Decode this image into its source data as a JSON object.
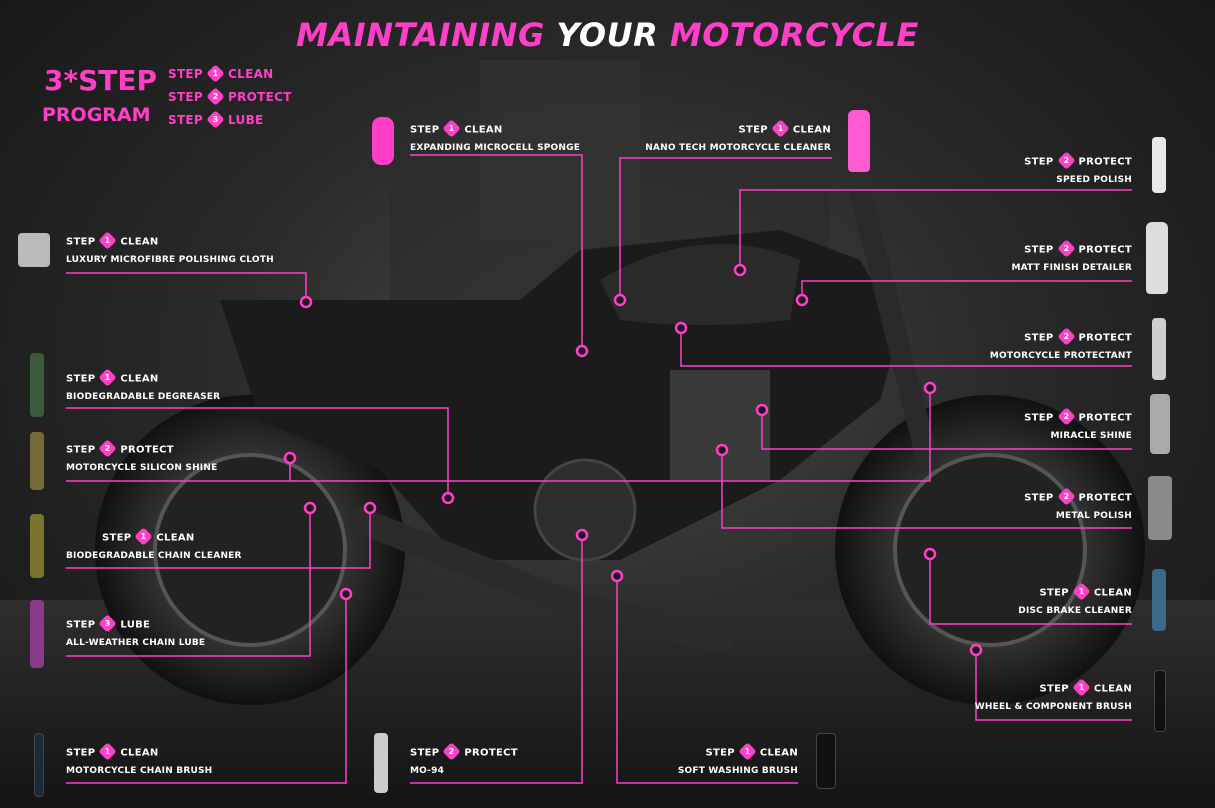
{
  "title": {
    "part1": "MAINTAINING",
    "part2": "YOUR",
    "part3": "MOTORCYCLE"
  },
  "program": {
    "big1": "3*STEP",
    "big2": "PROGRAM",
    "steps": [
      {
        "word": "STEP",
        "num": "1",
        "action": "CLEAN"
      },
      {
        "word": "STEP",
        "num": "2",
        "action": "PROTECT"
      },
      {
        "word": "STEP",
        "num": "3",
        "action": "LUBE"
      }
    ]
  },
  "colors": {
    "accent": "#ff3fc8",
    "text": "#ffffff",
    "background": "#1a1a1a"
  },
  "products": [
    {
      "step": "1",
      "action": "CLEAN",
      "name": "EXPANDING MICROCELL SPONGE",
      "icon": "sponge-icon"
    },
    {
      "step": "1",
      "action": "CLEAN",
      "name": "NANO TECH MOTORCYCLE CLEANER",
      "icon": "spray-bottle-icon"
    },
    {
      "step": "2",
      "action": "PROTECT",
      "name": "SPEED POLISH",
      "icon": "aerosol-can-icon"
    },
    {
      "step": "1",
      "action": "CLEAN",
      "name": "LUXURY MICROFIBRE POLISHING CLOTH",
      "icon": "cloth-icon"
    },
    {
      "step": "2",
      "action": "PROTECT",
      "name": "MATT FINISH DETAILER",
      "icon": "spray-bottle-icon"
    },
    {
      "step": "2",
      "action": "PROTECT",
      "name": "MOTORCYCLE PROTECTANT",
      "icon": "aerosol-can-icon"
    },
    {
      "step": "1",
      "action": "CLEAN",
      "name": "BIODEGRADABLE DEGREASER",
      "icon": "aerosol-can-icon"
    },
    {
      "step": "2",
      "action": "PROTECT",
      "name": "MIRACLE SHINE",
      "icon": "tin-icon"
    },
    {
      "step": "2",
      "action": "PROTECT",
      "name": "MOTORCYCLE SILICON SHINE",
      "icon": "aerosol-can-icon"
    },
    {
      "step": "2",
      "action": "PROTECT",
      "name": "METAL POLISH",
      "icon": "tin-icon"
    },
    {
      "step": "1",
      "action": "CLEAN",
      "name": "BIODEGRADABLE CHAIN CLEANER",
      "icon": "aerosol-can-icon"
    },
    {
      "step": "1",
      "action": "CLEAN",
      "name": "DISC BRAKE CLEANER",
      "icon": "aerosol-can-icon"
    },
    {
      "step": "3",
      "action": "LUBE",
      "name": "ALL-WEATHER CHAIN LUBE",
      "icon": "aerosol-can-icon"
    },
    {
      "step": "1",
      "action": "CLEAN",
      "name": "WHEEL & COMPONENT BRUSH",
      "icon": "brush-icon"
    },
    {
      "step": "1",
      "action": "CLEAN",
      "name": "MOTORCYCLE CHAIN BRUSH",
      "icon": "brush-icon"
    },
    {
      "step": "2",
      "action": "PROTECT",
      "name": "MO-94",
      "icon": "aerosol-can-icon"
    },
    {
      "step": "1",
      "action": "CLEAN",
      "name": "SOFT WASHING BRUSH",
      "icon": "brush-icon"
    }
  ],
  "step_word": "STEP"
}
